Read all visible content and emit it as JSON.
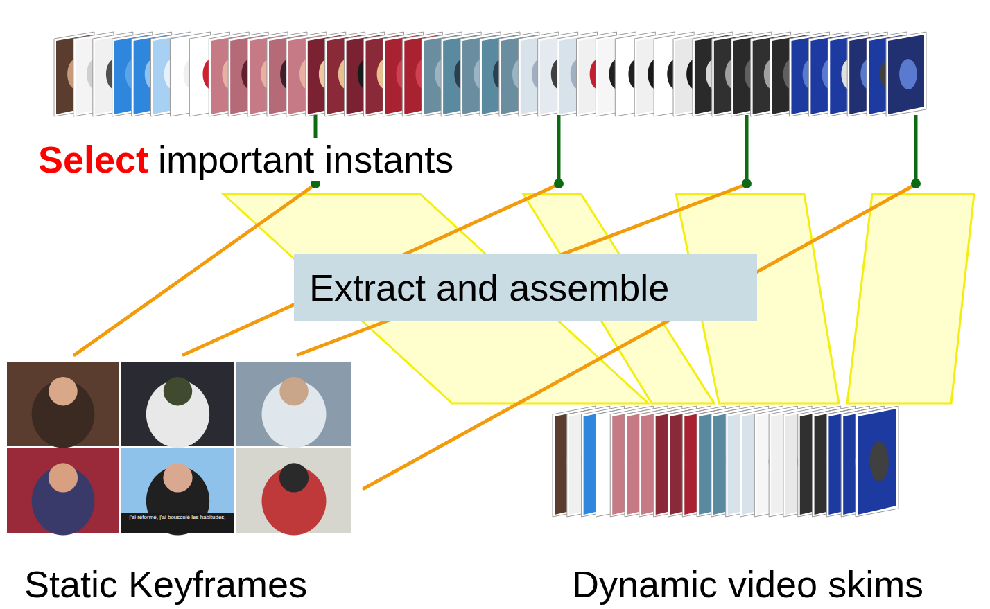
{
  "diagram": {
    "nodes": [
      {
        "text": [
          "Extract and assemble"
        ]
      }
    ],
    "labels": [
      "Select",
      "important instants",
      "j'ai réformé, j'ai bousculé les habitudes,",
      "Static Keyframes",
      "Dynamic video skims"
    ]
  }
}
